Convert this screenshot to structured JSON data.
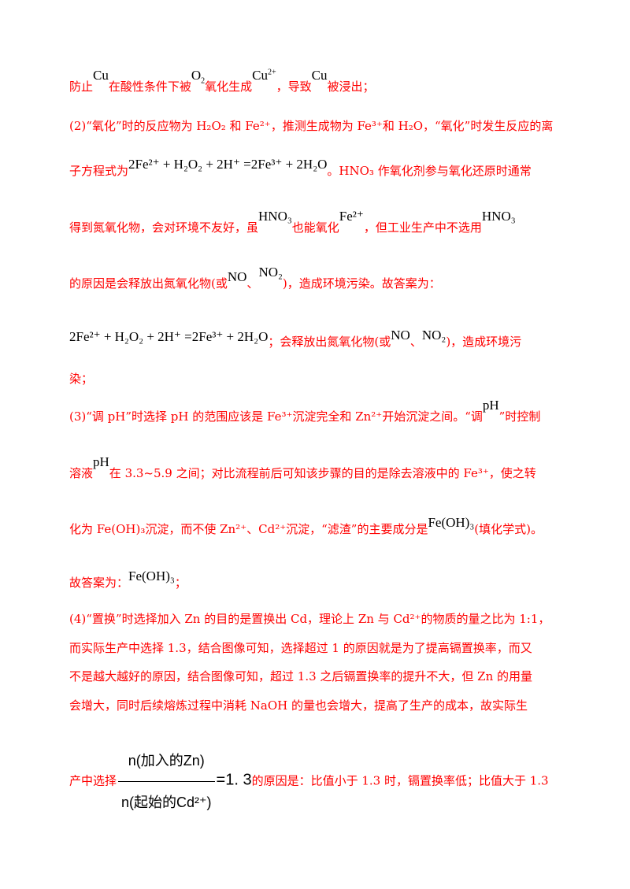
{
  "p1": {
    "t1": "防止",
    "cu1": "Cu",
    "t2": "在酸性条件下被",
    "o2": "O",
    "o2sub": "2",
    "t3": "氧化生成",
    "cu2": "Cu",
    "cu2sup": "2+",
    "t4": "，导致",
    "cu3": "Cu",
    "t5": "被浸出；"
  },
  "p2": {
    "l1": "(2)“氧化”时的反应物为 H₂O₂ 和 Fe²⁺，推测生成物为 Fe³⁺和 H₂O，“氧化”时发生反应的离",
    "l2a": "子方程式为",
    "eq": "2Fe²⁺ + H₂O₂ + 2H⁺ =2Fe³⁺ + 2H₂O",
    "l2b": "。HNO₃ 作氧化剂参与氧化还原时通常",
    "l3a": "得到氮氧化物，会对环境不友好，虽",
    "hno3": "HNO₃",
    "l3b": "也能氧化",
    "fe": "Fe²⁺",
    "l3c": "，但工业生产中不选用",
    "l4a": "的原因是会释放出氮氧化物(或",
    "no": "NO",
    "sep": "、",
    "no2": "NO₂",
    "l4b": ")，造成环境污染。故答案为：",
    "l5b": "；会释放出氮氧化物(或",
    "l5c": ")，造成环境污",
    "l6": "染；"
  },
  "p3": {
    "l1a": "(3)“调 pH”时选择 pH 的范围应该是 Fe³⁺沉淀完全和 Zn²⁺开始沉淀之间。“调",
    "ph": "pH",
    "l1b": "”时控制",
    "l2a": "溶液",
    "l2b": "在 3.3~5.9 之间；对比流程前后可知该步骤的目的是除去溶液中的 Fe³⁺，使之转",
    "l3a": "化为 Fe(OH)₃沉淀，而不使 Zn²⁺、Cd²⁺沉淀，“滤渣”的主要成分是",
    "feoh": "Fe(OH)₃",
    "l3b": "(填化学式)。",
    "l4a": "故答案为：",
    "l4b": "；"
  },
  "p4": {
    "l1": "(4)“置换”时选择加入 Zn 的目的是置换出 Cd，理论上 Zn 与 Cd²⁺的物质的量之比为 1:1，",
    "l2": "而实际生产中选择 1.3，结合图像可知，选择超过 1 的原因就是为了提高镉置换率，而又",
    "l3": "不是越大越好的原因，结合图像可知，超过 1.3 之后镉置换率的提升不大，但 Zn 的用量",
    "l4": "会增大，同时后续熔炼过程中消耗 NaOH 的量也会增大，提高了生产的成本，故实际生",
    "l5a": "产中选择",
    "frac_num": "n(加入的Zn)",
    "frac_den": "n(起始的Cd²⁺)",
    "frac_val": "=1. 3",
    "l5b": "的原因是：比值小于 1.3 时，镉置换率低；比值大于 1.3"
  }
}
